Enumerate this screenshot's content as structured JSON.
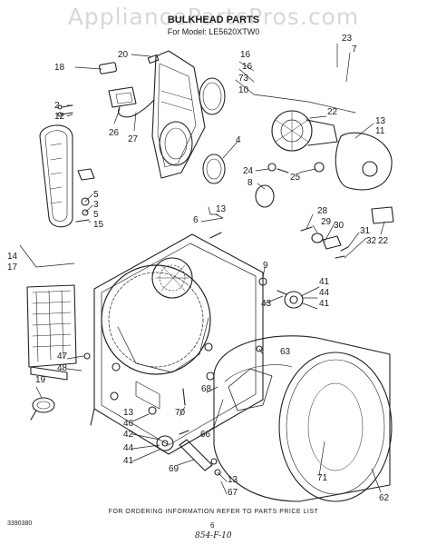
{
  "header": {
    "watermark": "AppliancePartsPros.com",
    "title": "BULKHEAD PARTS",
    "subtitle": "For Model: LE5620XTW0"
  },
  "callouts": [
    {
      "id": "c1",
      "text": "23"
    },
    {
      "id": "c2",
      "text": "7"
    },
    {
      "id": "c3",
      "text": "20"
    },
    {
      "id": "c4",
      "text": "16"
    },
    {
      "id": "c5",
      "text": "16"
    },
    {
      "id": "c6",
      "text": "73"
    },
    {
      "id": "c7",
      "text": "10"
    },
    {
      "id": "c8",
      "text": "18"
    },
    {
      "id": "c9",
      "text": "2"
    },
    {
      "id": "c10",
      "text": "12"
    },
    {
      "id": "c11",
      "text": "26"
    },
    {
      "id": "c12",
      "text": "27"
    },
    {
      "id": "c13",
      "text": "22"
    },
    {
      "id": "c14",
      "text": "13"
    },
    {
      "id": "c15",
      "text": "11"
    },
    {
      "id": "c16",
      "text": "4"
    },
    {
      "id": "c17",
      "text": "24"
    },
    {
      "id": "c18",
      "text": "8"
    },
    {
      "id": "c19",
      "text": "25"
    },
    {
      "id": "c20",
      "text": "5"
    },
    {
      "id": "c21",
      "text": "3"
    },
    {
      "id": "c22",
      "text": "5"
    },
    {
      "id": "c23",
      "text": "15"
    },
    {
      "id": "c24",
      "text": "13"
    },
    {
      "id": "c25",
      "text": "6"
    },
    {
      "id": "c26",
      "text": "28"
    },
    {
      "id": "c27",
      "text": "29"
    },
    {
      "id": "c28",
      "text": "30"
    },
    {
      "id": "c29",
      "text": "31"
    },
    {
      "id": "c30",
      "text": "32"
    },
    {
      "id": "c31",
      "text": "22"
    },
    {
      "id": "c32",
      "text": "14"
    },
    {
      "id": "c33",
      "text": "17"
    },
    {
      "id": "c34",
      "text": "9"
    },
    {
      "id": "c35",
      "text": "41"
    },
    {
      "id": "c36",
      "text": "44"
    },
    {
      "id": "c37",
      "text": "41"
    },
    {
      "id": "c38",
      "text": "43"
    },
    {
      "id": "c39",
      "text": "47"
    },
    {
      "id": "c40",
      "text": "48"
    },
    {
      "id": "c41",
      "text": "19"
    },
    {
      "id": "c42",
      "text": "63"
    },
    {
      "id": "c43",
      "text": "68"
    },
    {
      "id": "c44",
      "text": "13"
    },
    {
      "id": "c45",
      "text": "46"
    },
    {
      "id": "c46",
      "text": "42"
    },
    {
      "id": "c47",
      "text": "44"
    },
    {
      "id": "c48",
      "text": "41"
    },
    {
      "id": "c49",
      "text": "70"
    },
    {
      "id": "c50",
      "text": "66"
    },
    {
      "id": "c51",
      "text": "71"
    },
    {
      "id": "c52",
      "text": "69"
    },
    {
      "id": "c53",
      "text": "13"
    },
    {
      "id": "c54",
      "text": "67"
    },
    {
      "id": "c55",
      "text": "62"
    }
  ],
  "footer": {
    "note": "FOR ORDERING INFORMATION REFER TO PARTS PRICE LIST",
    "doc_code": "3390380",
    "page": "6",
    "handwritten": "854-F-10"
  }
}
